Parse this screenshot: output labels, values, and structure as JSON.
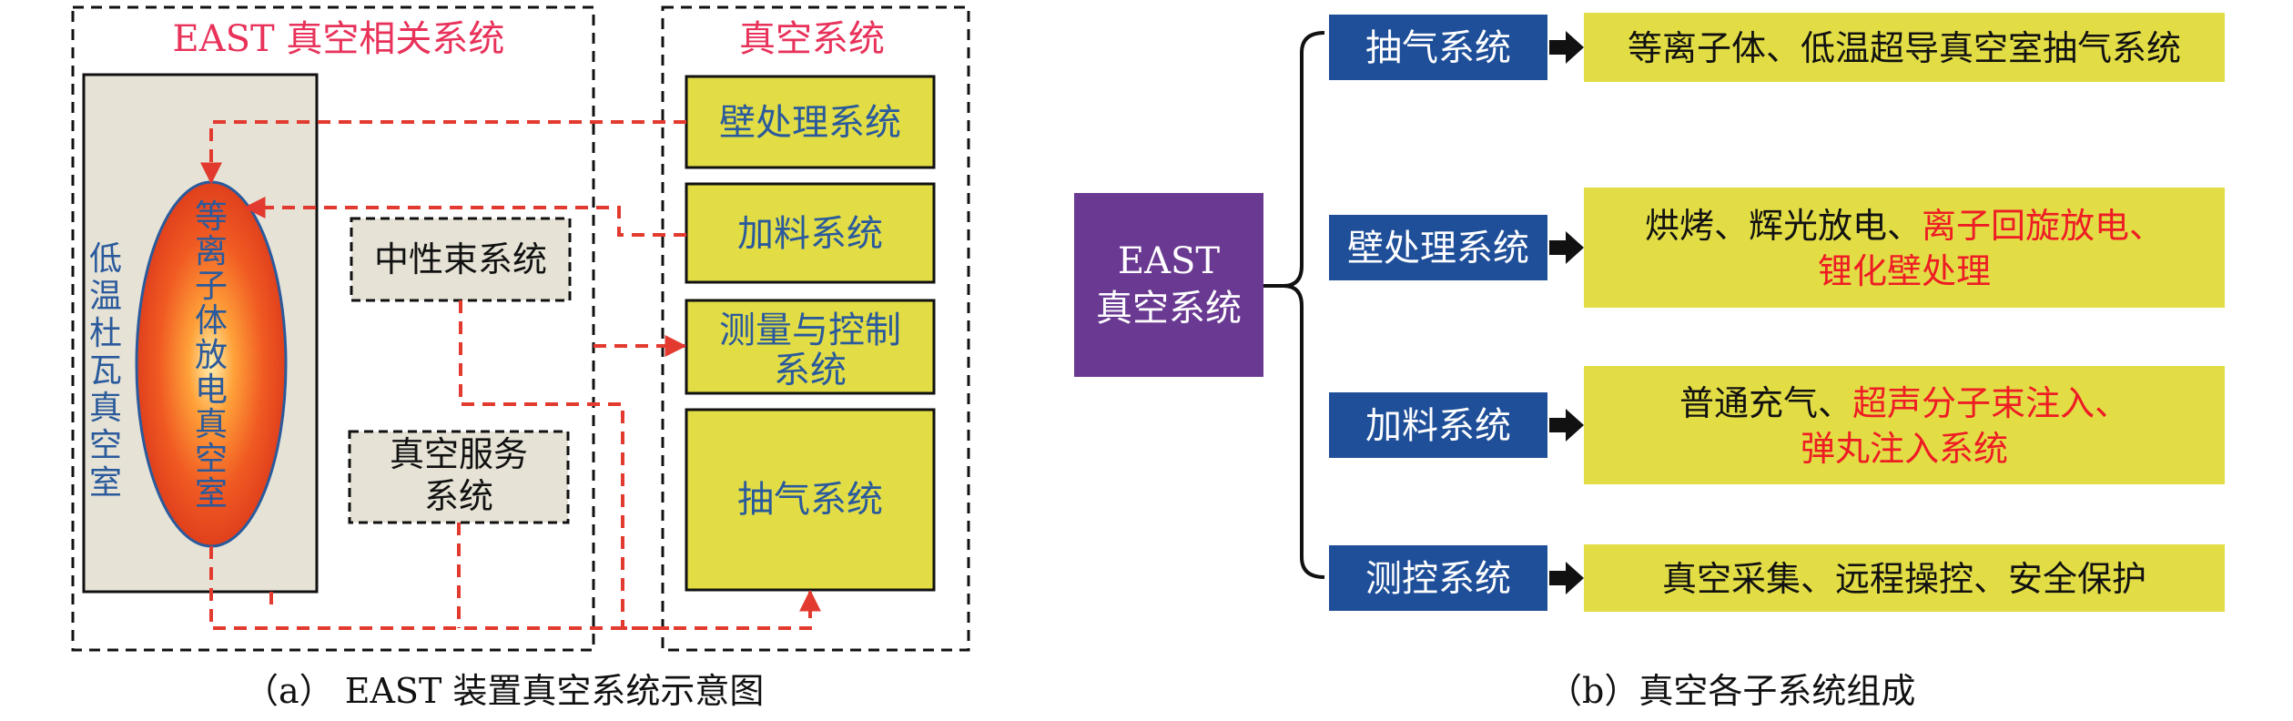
{
  "colors": {
    "title_pink": "#e8325a",
    "box_yellow": "#e2dd45",
    "label_blue": "#2a5a9c",
    "arrow_red": "#e23a2f",
    "chamber_gray": "#e6e3d6",
    "node_blue": "#1f4f99",
    "center_purple": "#6a3a93",
    "highlight_red": "#ee1c24"
  },
  "panel_a": {
    "left_title": "EAST 真空相关系统",
    "right_title": "真空系统",
    "chamber_label": "低温杜瓦真空室",
    "plasma_label": "等离子体放电真空室",
    "neutral_beam": "中性束系统",
    "vacuum_service": [
      "真空服务",
      "系统"
    ],
    "boxes": {
      "wall": "壁处理系统",
      "fuel": "加料系统",
      "measure": [
        "测量与控制",
        "系统"
      ],
      "pump": "抽气系统"
    },
    "caption": "（a） EAST 装置真空系统示意图"
  },
  "panel_b": {
    "center": [
      "EAST",
      "真空系统"
    ],
    "rows": [
      {
        "label": "抽气系统",
        "lines": [
          [
            {
              "t": "等离子体、低温超导真空室抽气系统",
              "red": false
            }
          ]
        ]
      },
      {
        "label": "壁处理系统",
        "lines": [
          [
            {
              "t": "烘烤、辉光放电、",
              "red": false
            },
            {
              "t": "离子回旋放电、",
              "red": true
            }
          ],
          [
            {
              "t": "锂化壁处理",
              "red": true
            }
          ]
        ]
      },
      {
        "label": "加料系统",
        "lines": [
          [
            {
              "t": "普通充气、",
              "red": false
            },
            {
              "t": "超声分子束注入、",
              "red": true
            }
          ],
          [
            {
              "t": "弹丸注入系统",
              "red": true
            }
          ]
        ]
      },
      {
        "label": "测控系统",
        "lines": [
          [
            {
              "t": "真空采集、远程操控、安全保护",
              "red": false
            }
          ]
        ]
      }
    ],
    "caption": "（b）真空各子系统组成"
  }
}
